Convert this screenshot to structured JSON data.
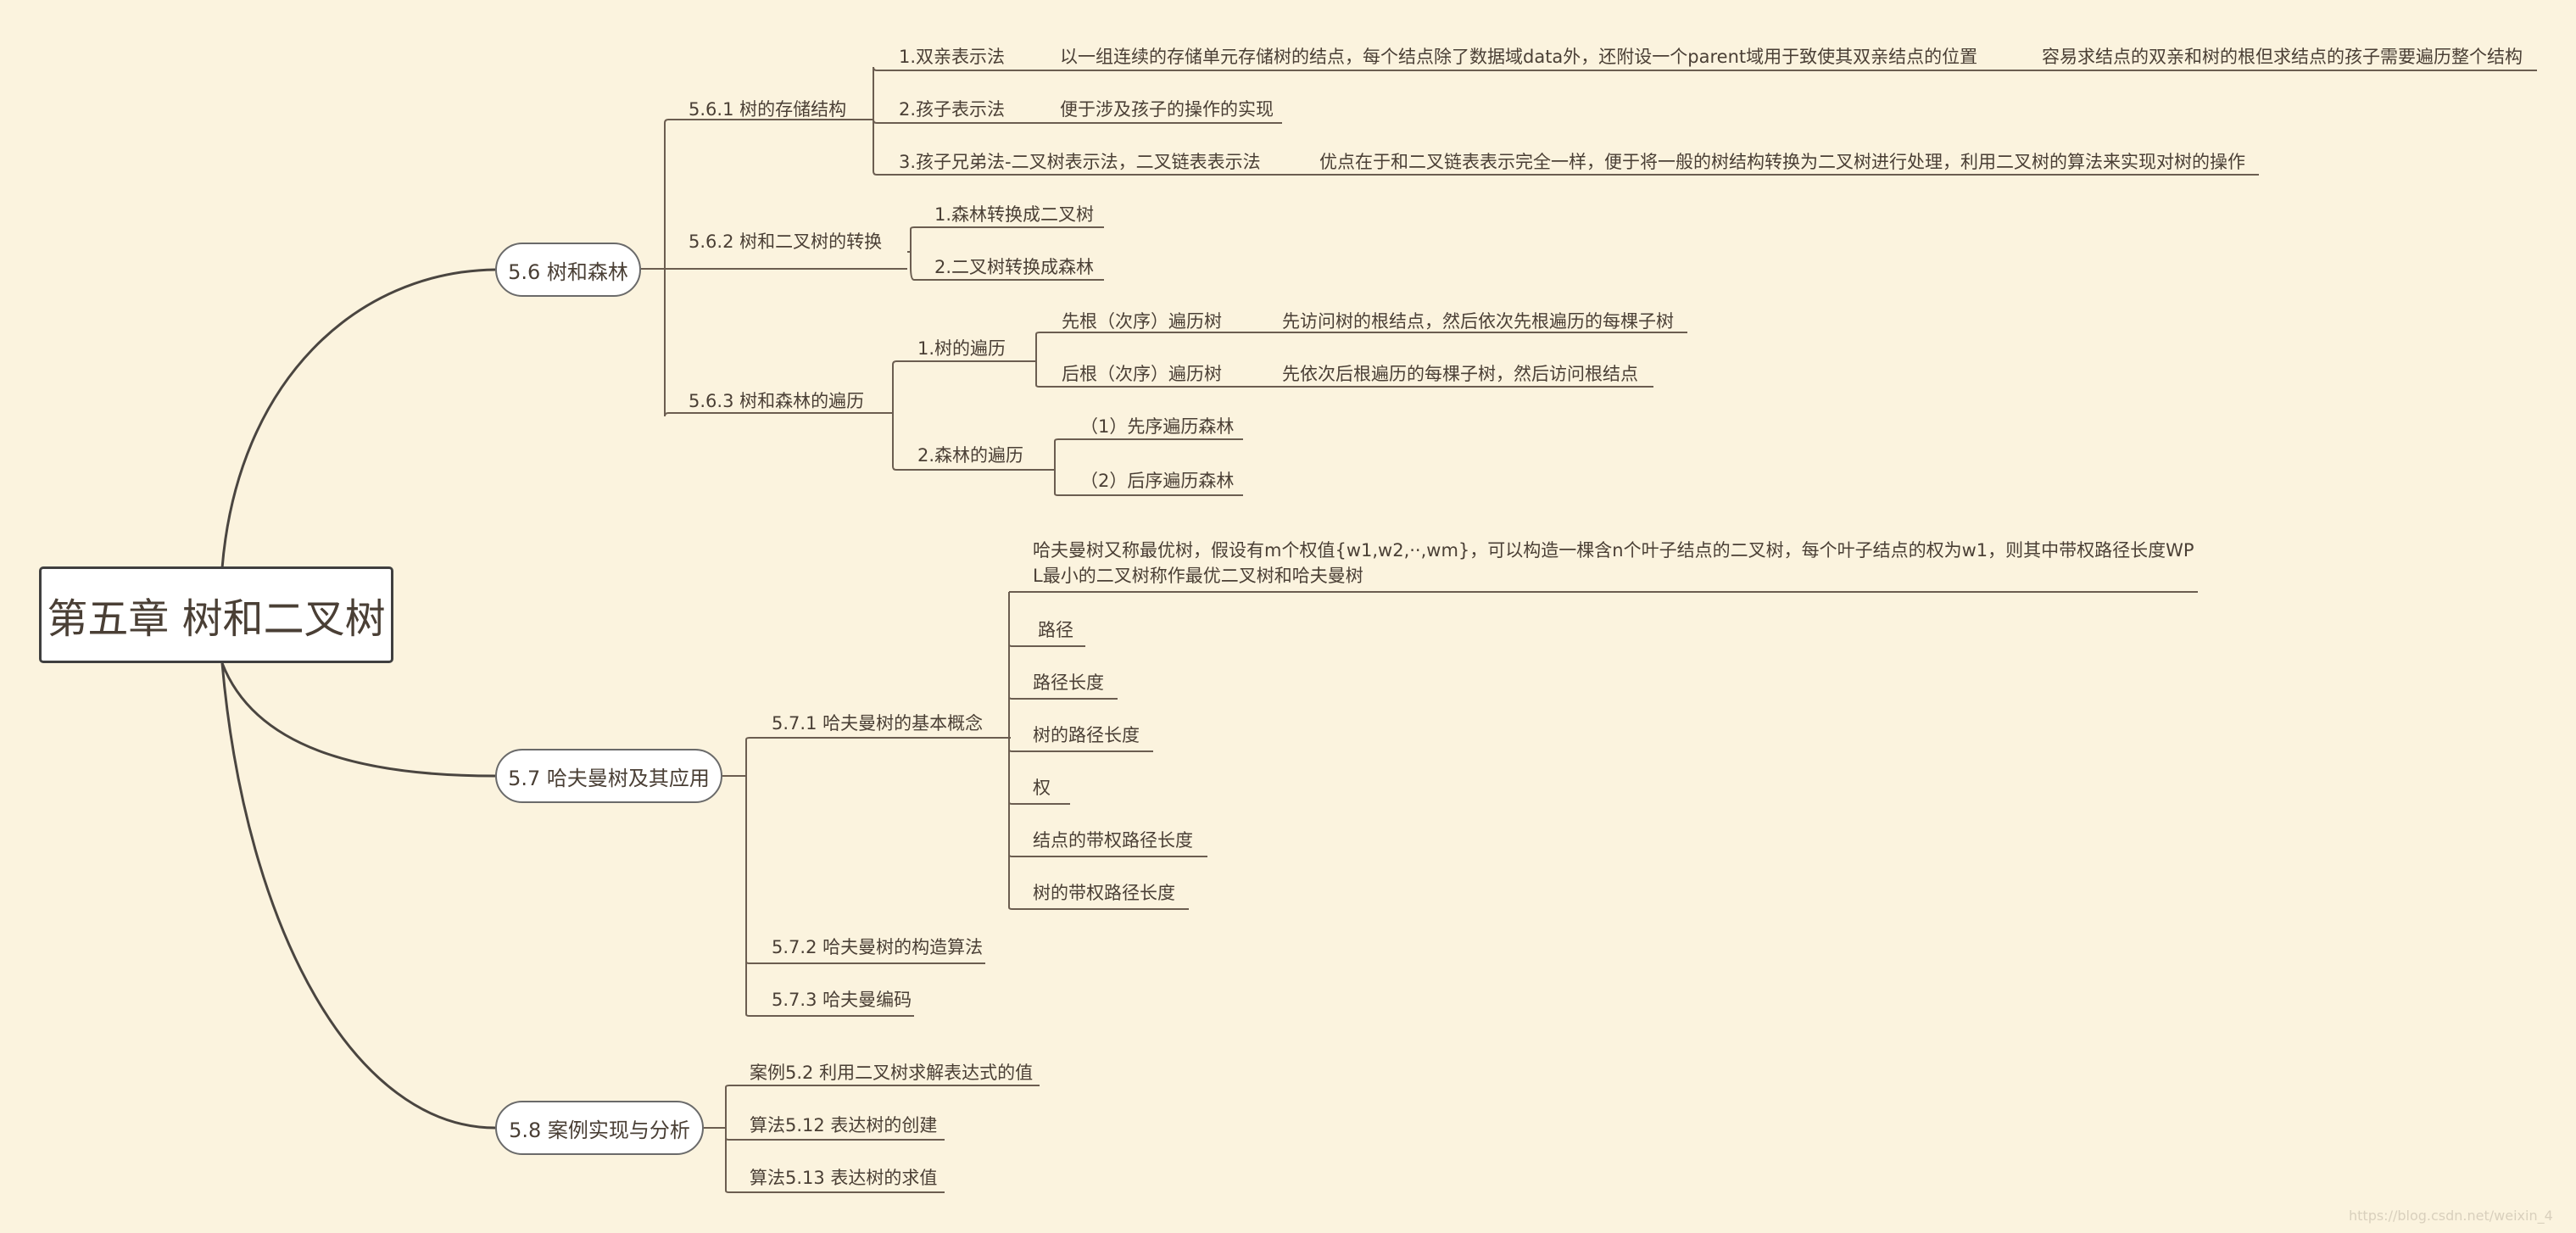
{
  "root": "第五章 树和二叉树",
  "s56": {
    "title": "5.6 树和森林",
    "s561": {
      "title": "5.6.1 树的存储结构",
      "m1": {
        "title": "1.双亲表示法",
        "desc": "以一组连续的存储单元存储树的结点，每个结点除了数据域data外，还附设一个parent域用于致使其双亲结点的位置",
        "note": "容易求结点的双亲和树的根但求结点的孩子需要遍历整个结构"
      },
      "m2": {
        "title": "2.孩子表示法",
        "desc": "便于涉及孩子的操作的实现"
      },
      "m3": {
        "title": "3.孩子兄弟法-二叉树表示法，二叉链表表示法",
        "desc": "优点在于和二叉链表表示完全一样，便于将一般的树结构转换为二叉树进行处理，利用二叉树的算法来实现对树的操作"
      }
    },
    "s562": {
      "title": "5.6.2 树和二叉树的转换",
      "c1": "1.森林转换成二叉树",
      "c2": "2.二叉树转换成森林"
    },
    "s563": {
      "title": "5.6.3 树和森林的遍历",
      "t1": {
        "title": "1.树的遍历",
        "pre": {
          "title": "先根（次序）遍历树",
          "desc": "先访问树的根结点，然后依次先根遍历的每棵子树"
        },
        "post": {
          "title": "后根（次序）遍历树",
          "desc": "先依次后根遍历的每棵子树，然后访问根结点"
        }
      },
      "t2": {
        "title": "2.森林的遍历",
        "pre": "（1）先序遍历森林",
        "post": "（2）后序遍历森林"
      }
    }
  },
  "s57": {
    "title": "5.7 哈夫曼树及其应用",
    "s571": {
      "title": "5.7.1 哈夫曼树的基本概念",
      "def_line1": "哈夫曼树又称最优树，假设有m个权值{w1,w2,··,wm}，可以构造一棵含n个叶子结点的二叉树，每个叶子结点的权为w1，则其中带权路径长度WP",
      "def_line2": "L最小的二叉树称作最优二叉树和哈夫曼树",
      "items": [
        "路径",
        "路径长度",
        "树的路径长度",
        "权",
        "结点的带权路径长度",
        "树的带权路径长度"
      ]
    },
    "s572": "5.7.2 哈夫曼树的构造算法",
    "s573": "5.7.3 哈夫曼编码"
  },
  "s58": {
    "title": "5.8 案例实现与分析",
    "items": [
      "案例5.2 利用二叉树求解表达式的值",
      "算法5.12 表达树的创建",
      "算法5.13 表达树的求值"
    ]
  },
  "watermark": "https://blog.csdn.net/weixin_4"
}
